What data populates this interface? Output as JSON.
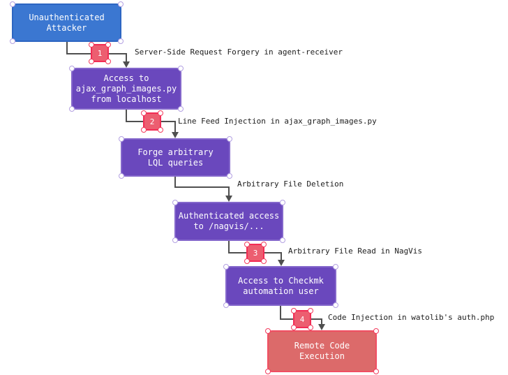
{
  "diagram": {
    "nodes": [
      {
        "id": "unauthenticated-attacker",
        "role": "attacker",
        "lines": [
          "Unauthenticated",
          "Attacker"
        ]
      },
      {
        "id": "access-ajax-graph-images",
        "role": "step",
        "lines": [
          "Access to",
          "ajax_graph_images.py",
          "from localhost"
        ]
      },
      {
        "id": "forge-lql-queries",
        "role": "step",
        "lines": [
          "Forge arbitrary",
          "LQL queries"
        ]
      },
      {
        "id": "authenticated-nagvis-access",
        "role": "step",
        "lines": [
          "Authenticated access",
          "to /nagvis/..."
        ]
      },
      {
        "id": "checkmk-automation-user",
        "role": "step",
        "lines": [
          "Access to Checkmk",
          "automation user"
        ]
      },
      {
        "id": "remote-code-execution",
        "role": "impact",
        "lines": [
          "Remote Code",
          "Execution"
        ]
      }
    ],
    "edges": [
      {
        "badge": "1",
        "label": "Server-Side Request Forgery in agent-receiver"
      },
      {
        "badge": "2",
        "label": "Line Feed Injection in ajax_graph_images.py"
      },
      {
        "badge": null,
        "label": "Arbitrary File Deletion"
      },
      {
        "badge": "3",
        "label": "Arbitrary File Read in NagVis"
      },
      {
        "badge": "4",
        "label": "Code Injection in watolib's auth.php"
      }
    ],
    "colors": {
      "attacker_fill": "#3b77d1",
      "attacker_border": "#2d66c2",
      "step_fill": "#6a48bd",
      "step_border": "#8467cb",
      "impact_fill": "#dc6a6a",
      "impact_border": "#f04e62",
      "badge_fill": "#ec5e70",
      "badge_border": "#f22d55",
      "connector": "#4f4f4f",
      "handle_purple": "#b3a0e2",
      "handle_red": "#f23a5c",
      "label_text": "#1c1c1c",
      "node_text": "#ffffff"
    }
  }
}
